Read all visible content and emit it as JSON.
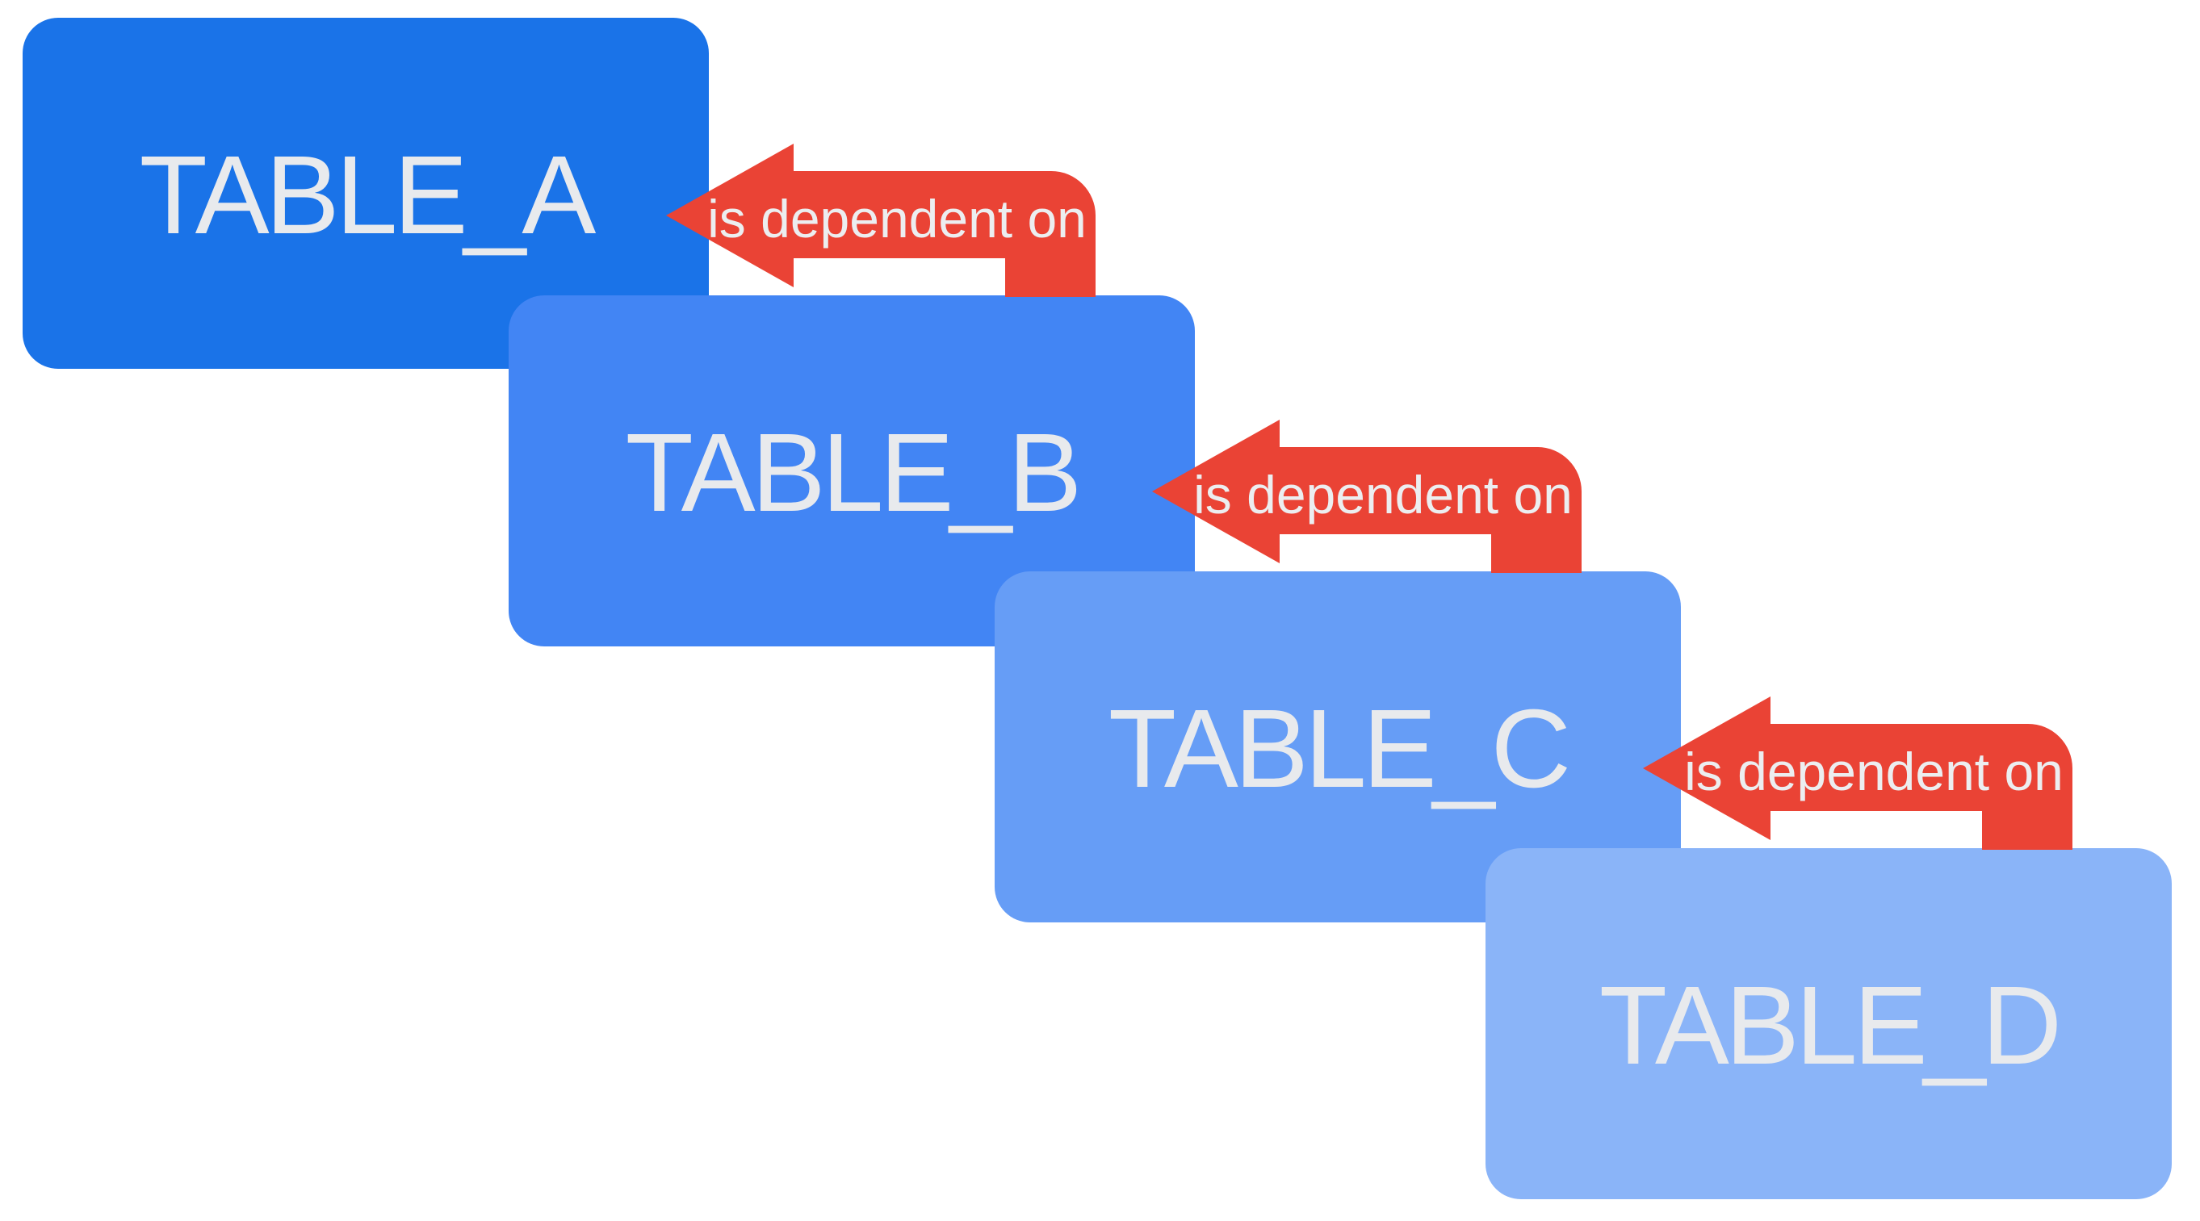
{
  "diagram": {
    "background": "#ffffff",
    "node_text_color": "#e8eaed",
    "edge_color": "#ea4335",
    "edge_text_color": "#eceef0",
    "nodes": [
      {
        "id": "table-a",
        "label": "TABLE_A",
        "color": "#1a73e8"
      },
      {
        "id": "table-b",
        "label": "TABLE_B",
        "color": "#4285f4"
      },
      {
        "id": "table-c",
        "label": "TABLE_C",
        "color": "#669df6"
      },
      {
        "id": "table-d",
        "label": "TABLE_D",
        "color": "#8ab4f8"
      }
    ],
    "edges": [
      {
        "from": "TABLE_B",
        "to": "TABLE_A",
        "label": "is dependent on"
      },
      {
        "from": "TABLE_C",
        "to": "TABLE_B",
        "label": "is dependent on"
      },
      {
        "from": "TABLE_D",
        "to": "TABLE_C",
        "label": "is dependent on"
      }
    ]
  }
}
